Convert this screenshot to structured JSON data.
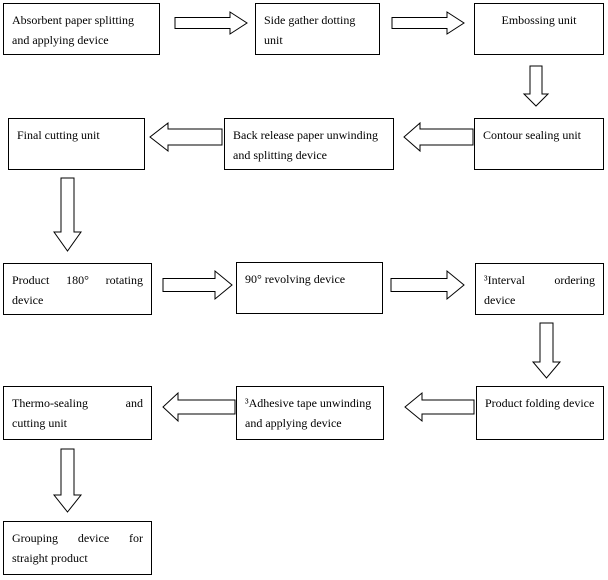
{
  "steps": [
    {
      "label": "Absorbent paper splitting and applying device"
    },
    {
      "label": "Side gather dotting unit"
    },
    {
      "label": "Embossing unit"
    },
    {
      "label": "Contour sealing unit"
    },
    {
      "label": "Back release paper unwinding and splitting device"
    },
    {
      "label": "Final cutting unit"
    },
    {
      "label": "Product 180° rotating device"
    },
    {
      "label": "90° revolving device"
    },
    {
      "label": "³Interval ordering device"
    },
    {
      "label": "Product folding device"
    },
    {
      "label": "³Adhesive tape unwinding and applying device"
    },
    {
      "label": "Thermo-sealing and cutting unit"
    },
    {
      "label": "Grouping device for straight product"
    }
  ]
}
